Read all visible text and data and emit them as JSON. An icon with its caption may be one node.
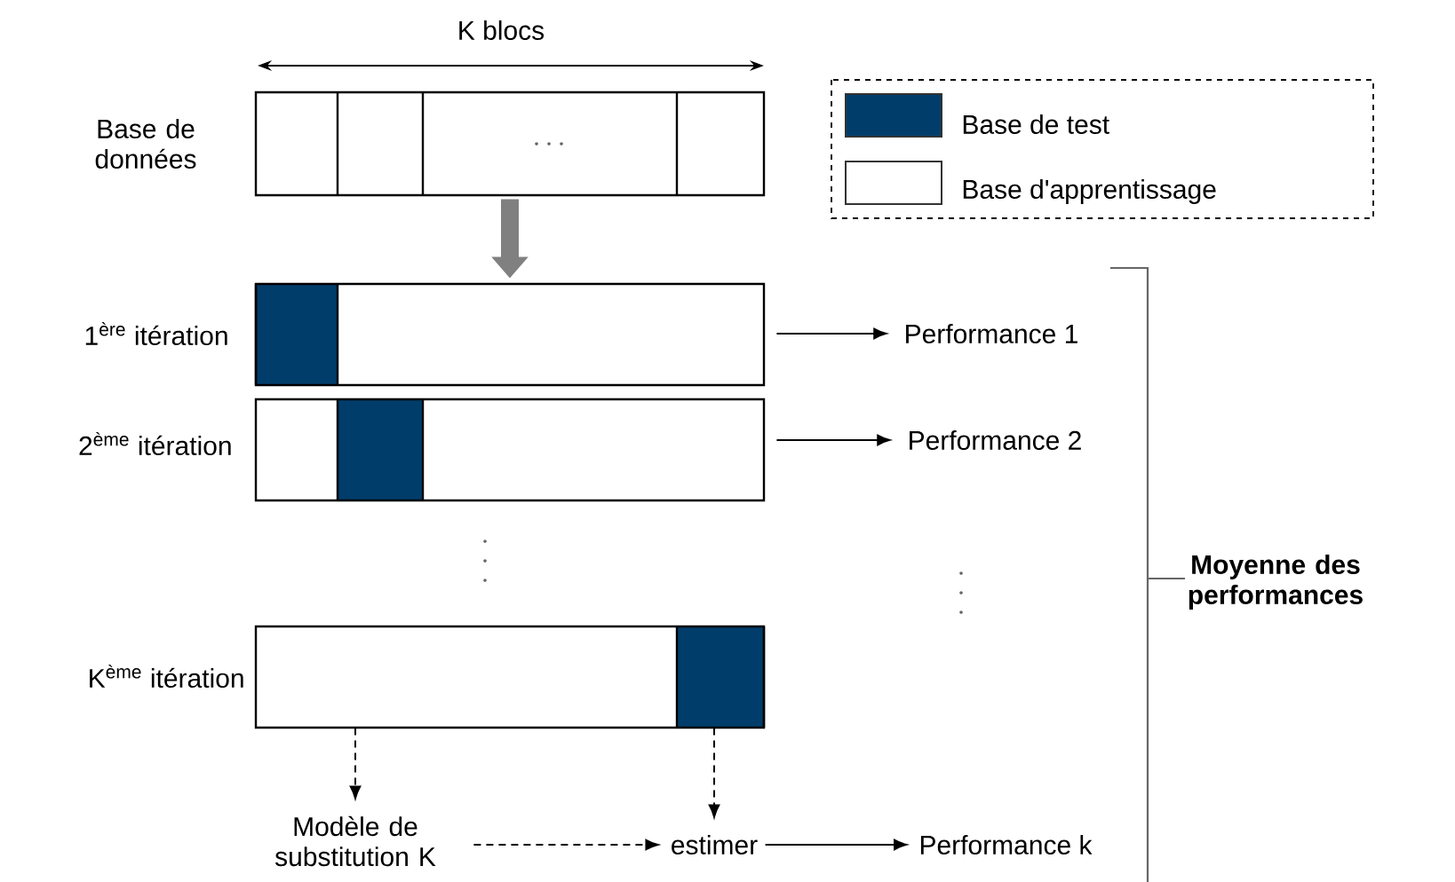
{
  "diagram": {
    "nodes": [
      {
        "text": [],
        "shape": "bar",
        "beside": [
          "Base de données"
        ]
      },
      {
        "text": [],
        "shape": "bar",
        "beside": [
          "1$^{ère}$ itération"
        ]
      },
      {
        "text": [],
        "shape": "bar",
        "beside": [
          "2$^{ème}$ itération"
        ]
      },
      {
        "text": [],
        "shape": "bar",
        "beside": [
          "K$^{ème}$ itération"
        ]
      },
      {
        "text": [
          "Performance 1"
        ]
      },
      {
        "text": [
          "Performance 2"
        ]
      },
      {
        "text": [
          "Modèle de substitution K"
        ]
      },
      {
        "text": [
          "estimer"
        ]
      },
      {
        "text": [
          "Performance k"
        ]
      },
      {
        "text": [
          "Moyenne des performances"
        ]
      }
    ],
    "edges": [
      {
        "from": 0,
        "to": 1,
        "arrow": "to",
        "style": "thick",
        "color": "#808080"
      },
      {
        "from": 1,
        "to": 4,
        "arrow": "to"
      },
      {
        "from": 2,
        "to": 5,
        "arrow": "to"
      },
      {
        "from": 3,
        "to": 6,
        "arrow": "to",
        "style": "dashed"
      },
      {
        "from": 3,
        "to": 7,
        "arrow": "to",
        "style": "dashed"
      },
      {
        "from": 6,
        "to": 7,
        "arrow": "to",
        "style": "dashed"
      },
      {
        "from": 7,
        "to": 8,
        "arrow": "to"
      }
    ],
    "labels": [
      "K blocs"
    ],
    "legend": [
      {
        "text": "Base de test",
        "color": "#003d6b"
      },
      {
        "text": "Base d'apprentissage"
      }
    ]
  }
}
